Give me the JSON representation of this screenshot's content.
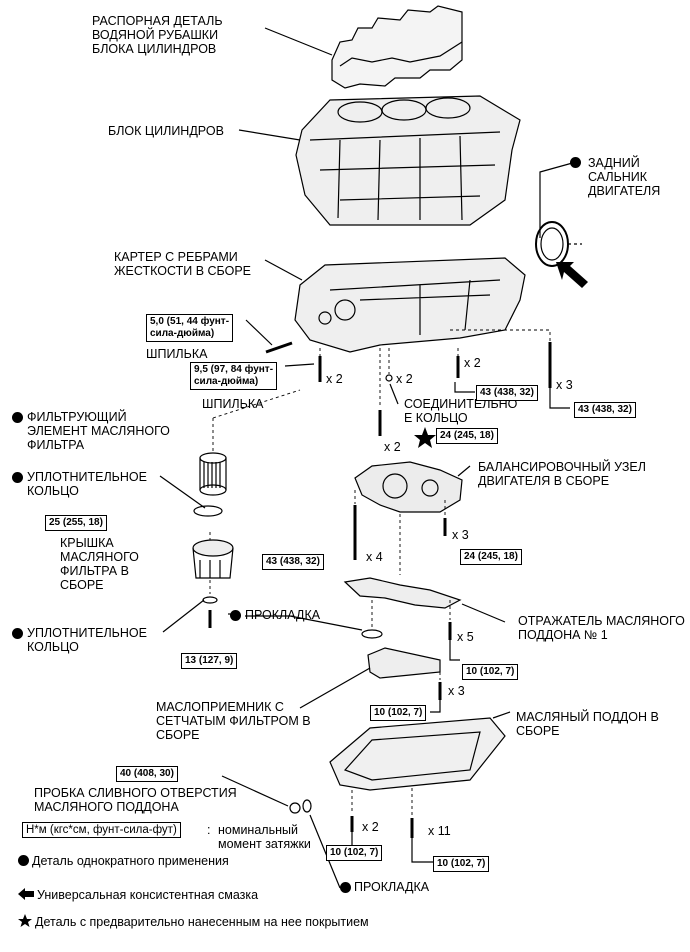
{
  "labels": {
    "spacer": "РАСПОРНАЯ ДЕТАЛЬ\nВОДЯНОЙ РУБАШКИ\nБЛОКА ЦИЛИНДРОВ",
    "block": "БЛОК ЦИЛИНДРОВ",
    "rear_seal": "ЗАДНИЙ\nСАЛЬНИК\nДВИГАТЕЛЯ",
    "crankcase": "КАРТЕР С РЕБРАМИ\nЖЕСТКОСТИ В СБОРЕ",
    "stud1": "ШПИЛЬКА",
    "stud2": "ШПИЛЬКА",
    "filter": "ФИЛЬТРУЮЩИЙ\nЭЛЕМЕНТ МАСЛЯНОГО\nФИЛЬТРА",
    "oring1": "УПЛОТНИТЕЛЬНОЕ\nКОЛЬЦО",
    "union": "СОЕДИНИТЕЛЬНО\nЕ КОЛЬЦО",
    "balancer": "БАЛАНСИРОВОЧНЫЙ УЗЕЛ\nДВИГАТЕЛЯ В СБОРЕ",
    "cap": "КРЫШКА\nМАСЛЯНОГО\nФИЛЬТРА В\nСБОРЕ",
    "gasket1": "ПРОКЛАДКА",
    "baffle": "ОТРАЖАТЕЛЬ МАСЛЯНОГО\nПОДДОНА № 1",
    "oring2": "УПЛОТНИТЕЛЬНОЕ\nКОЛЬЦО",
    "strainer": "МАСЛОПРИЕМНИК С\nСЕТЧАТЫМ ФИЛЬТРОМ В\nСБОРЕ",
    "pan": "МАСЛЯНЫЙ ПОДДОН В\nСБОРЕ",
    "plug": "ПРОБКА СЛИВНОГО ОТВЕРСТИЯ\nМАСЛЯНОГО ПОДДОНА",
    "torque_unit_note": "номинальный\nмомент затяжки",
    "gasket2": "ПРОКЛАДКА"
  },
  "torques": {
    "t_stud1": "5,0 (51, 44 фунт-\nсила-дюйма)",
    "t_stud2": "9,5 (97, 84 фунт-\nсила-дюйма)",
    "t_43a": "43 (438, 32)",
    "t_43b": "43 (438, 32)",
    "t_24a": "24 (245, 18)",
    "t_25": "25 (255, 18)",
    "t_43c": "43 (438, 32)",
    "t_24b": "24 (245, 18)",
    "t_13": "13 (127, 9)",
    "t_10a": "10 (102, 7)",
    "t_10b": "10 (102, 7)",
    "t_40": "40 (408, 30)",
    "t_10c": "10 (102, 7)",
    "t_10d": "10 (102, 7)",
    "t_unit": "Н*м (кгс*см, фунт-сила-фут)",
    "colon": ":"
  },
  "quantities": {
    "q1": "x 2",
    "q2": "x 2",
    "q3": "x 2",
    "q4": "x 3",
    "q5": "x 2",
    "q6": "x 3",
    "q7": "x 4",
    "q8": "x 5",
    "q9": "x 3",
    "q10": "x 2",
    "q11": "x 11"
  },
  "legend": {
    "single_use": "Деталь однократного применения",
    "grease": "Универсальная консистентная смазка",
    "precoated": "Деталь с предварительно нанесенным на нее покрытием"
  }
}
